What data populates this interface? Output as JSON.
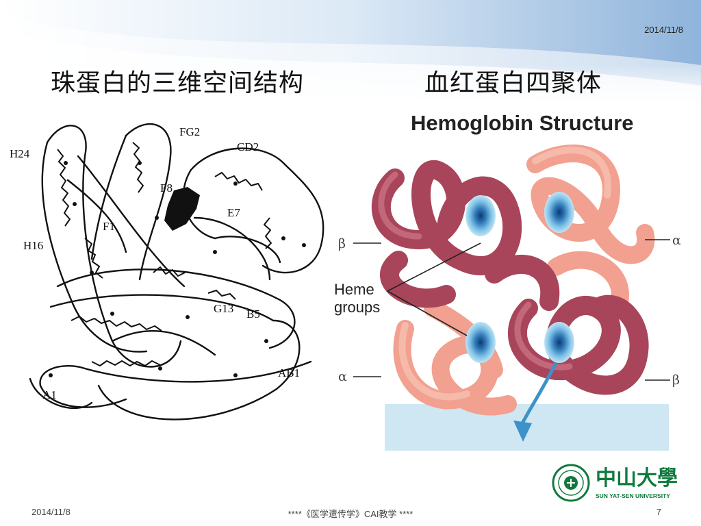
{
  "header": {
    "date": "2014/11/8"
  },
  "main": {
    "title_left": "珠蛋白的三维空间结构",
    "title_right": "血红蛋白四聚体",
    "globin_labels": {
      "fg2": "FG2",
      "cd2": "CD2",
      "h24": "H24",
      "f8": "F8",
      "e7": "E7",
      "f1": "F1",
      "h16": "H16",
      "g13": "G13",
      "b5": "B5",
      "ab1": "AB1",
      "a1": "A1"
    },
    "hemo_title": "Hemoglobin Structure",
    "heme_line1": "Heme",
    "heme_line2": "groups",
    "legend": {
      "beta_top": "β",
      "alpha_top": "α",
      "alpha_bottom": "α",
      "beta_bottom": "β"
    }
  },
  "logo": {
    "cn": "中山大學",
    "en": "SUN YAT-SEN UNIVERSITY"
  },
  "footer": {
    "date": "2014/11/8",
    "course": "****《医学遗传学》CAI教学 ****",
    "page": "7"
  }
}
